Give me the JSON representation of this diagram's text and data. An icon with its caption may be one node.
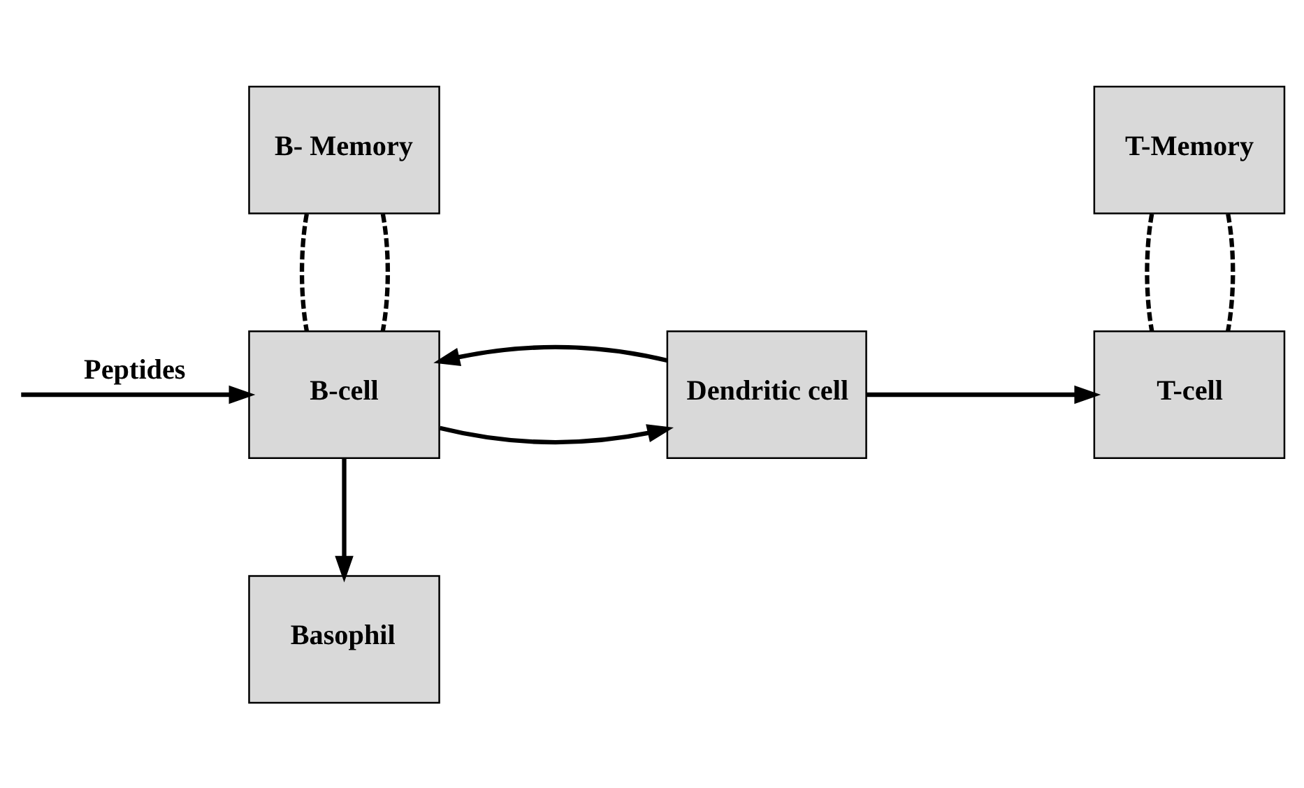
{
  "diagram": {
    "nodes": [
      {
        "text": [
          "B- Memory"
        ]
      },
      {
        "text": [
          "T-Memory"
        ]
      },
      {
        "text": [
          "B-cell"
        ]
      },
      {
        "text": [
          "Dendritic cell"
        ]
      },
      {
        "text": [
          "T-cell"
        ]
      },
      {
        "text": [
          "Basophil"
        ]
      }
    ],
    "edges": [
      {
        "from": 0,
        "to": 2,
        "arrow": "none",
        "style": "dashed"
      },
      {
        "from": 0,
        "to": 2,
        "arrow": "none",
        "style": "dashed"
      },
      {
        "from": 1,
        "to": 4,
        "arrow": "none",
        "style": "dashed"
      },
      {
        "from": 1,
        "to": 4,
        "arrow": "none",
        "style": "dashed"
      },
      {
        "from": null,
        "to": 2,
        "arrow": "to",
        "label": "Peptides"
      },
      {
        "from": 2,
        "to": 3,
        "arrow": "to"
      },
      {
        "from": 3,
        "to": 2,
        "arrow": "to"
      },
      {
        "from": 3,
        "to": 4,
        "arrow": "to"
      },
      {
        "from": 2,
        "to": 5,
        "arrow": "to"
      }
    ]
  }
}
